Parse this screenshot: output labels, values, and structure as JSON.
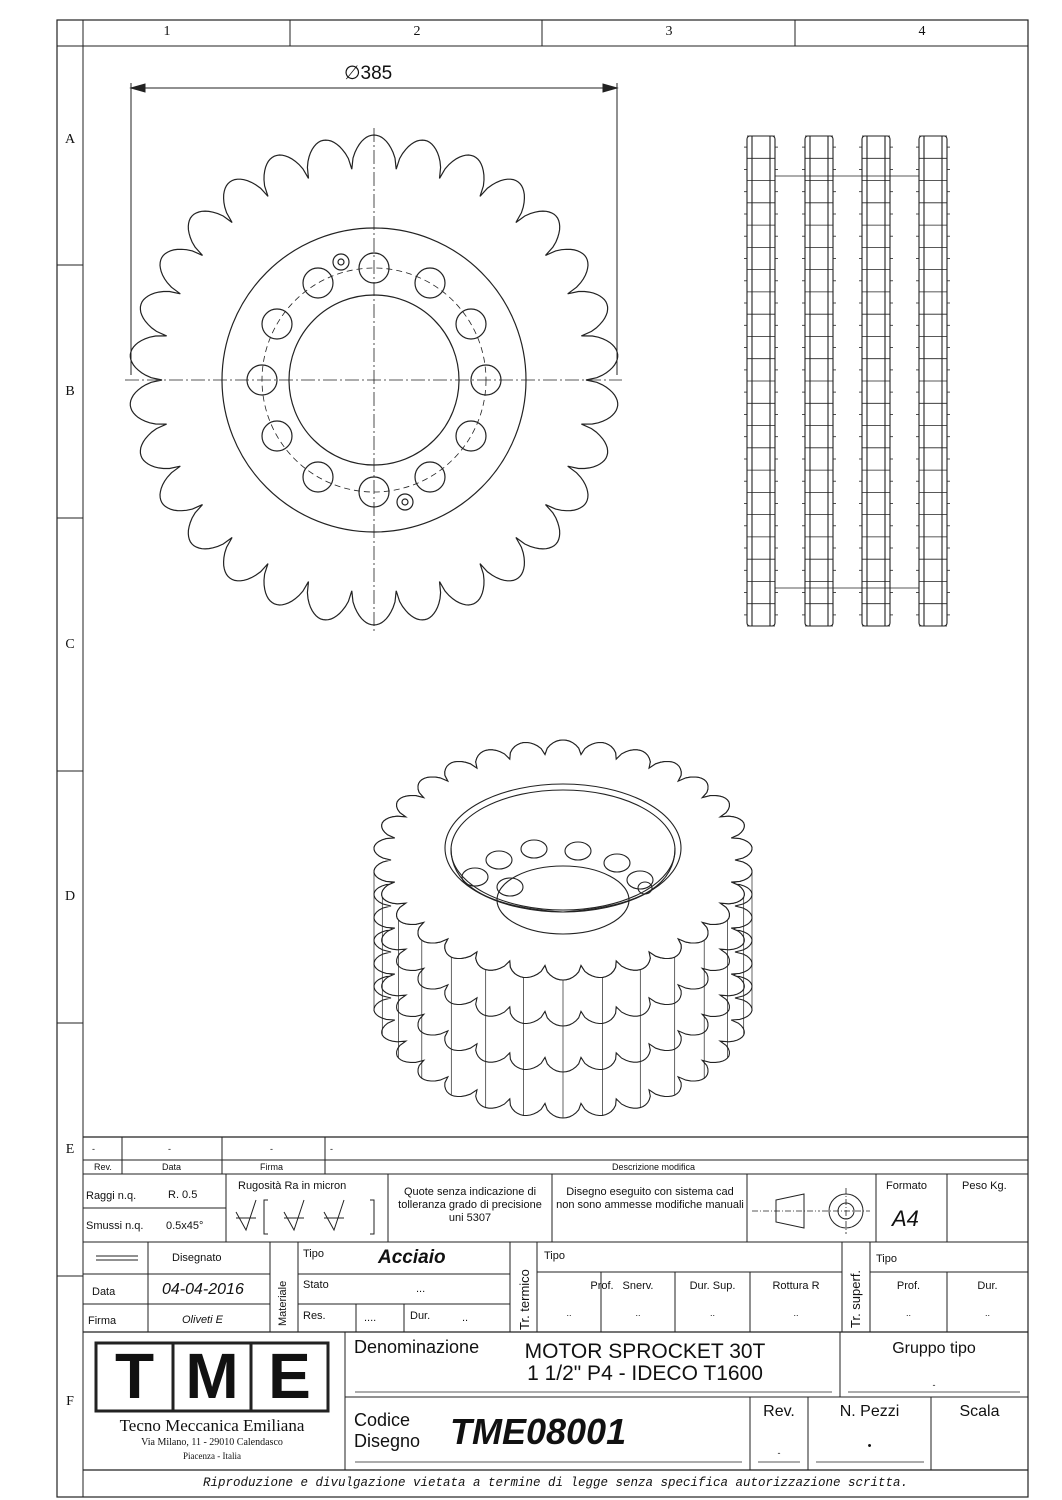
{
  "grid": {
    "cols": [
      "1",
      "2",
      "3",
      "4"
    ],
    "rows": [
      "A",
      "B",
      "C",
      "D",
      "E",
      "F"
    ]
  },
  "dimension": {
    "diameter": "∅385"
  },
  "revision": {
    "row_values": [
      "-",
      "-",
      "-",
      "-"
    ],
    "rev_label": "Rev.",
    "data_label": "Data",
    "firma_label": "Firma",
    "descr_label": "Descrizione modifica"
  },
  "specs": {
    "raggi_label": "Raggi n.q.",
    "raggi_value": "R. 0.5",
    "smussi_label": "Smussi n.q.",
    "smussi_value": "0.5x45°",
    "rugosita_label": "Rugosità Ra in micron",
    "quote_note": "Quote senza indicazione di tolleranza grado di precisione uni 5307",
    "cad_note": "Disegno eseguito con sistema cad non sono ammesse modifiche manuali",
    "formato_label": "Formato",
    "formato_value": "A4",
    "peso_label": "Peso Kg."
  },
  "author": {
    "disegnato_label": "Disegnato",
    "data_label": "Data",
    "data_value": "04-04-2016",
    "firma_label": "Firma",
    "firma_value": "Oliveti E"
  },
  "material": {
    "materiale_label": "Materiale",
    "tipo_label": "Tipo",
    "tipo_value": "Acciaio",
    "stato_label": "Stato",
    "stato_value": "...",
    "res_label": "Res.",
    "res_value": "....",
    "dur_label": "Dur.",
    "dur_value": ".."
  },
  "thermal": {
    "label": "Tr. termico",
    "tipo_label": "Tipo",
    "prof_label": "Prof.",
    "snerv_label": "Snerv.",
    "dursup_label": "Dur. Sup.",
    "rottura_label": "Rottura R",
    "empty_value": ".."
  },
  "surface": {
    "label": "Tr. superf.",
    "tipo_label": "Tipo",
    "prof_label": "Prof.",
    "dur_label": "Dur.",
    "empty_value": ".."
  },
  "company": {
    "logo_letters": [
      "T",
      "M",
      "E"
    ],
    "name": "Tecno Meccanica Emiliana",
    "address": "Via Milano, 11 - 29010 Calendasco",
    "city": "Piacenza - Italia"
  },
  "title": {
    "denominazione_label": "Denominazione",
    "line1": "MOTOR SPROCKET 30T",
    "line2": "1 1/2\" P4 - IDECO T1600",
    "gruppo_label": "Gruppo tipo",
    "gruppo_value": "-",
    "codice_label_1": "Codice",
    "codice_label_2": "Disegno",
    "codice_value": "TME08001",
    "rev_label": "Rev.",
    "rev_value": "-",
    "npezzi_label": "N. Pezzi",
    "npezzi_value": "•",
    "scala_label": "Scala"
  },
  "footer": "Riproduzione e divulgazione vietata a termine di legge senza specifica autorizzazione scritta."
}
